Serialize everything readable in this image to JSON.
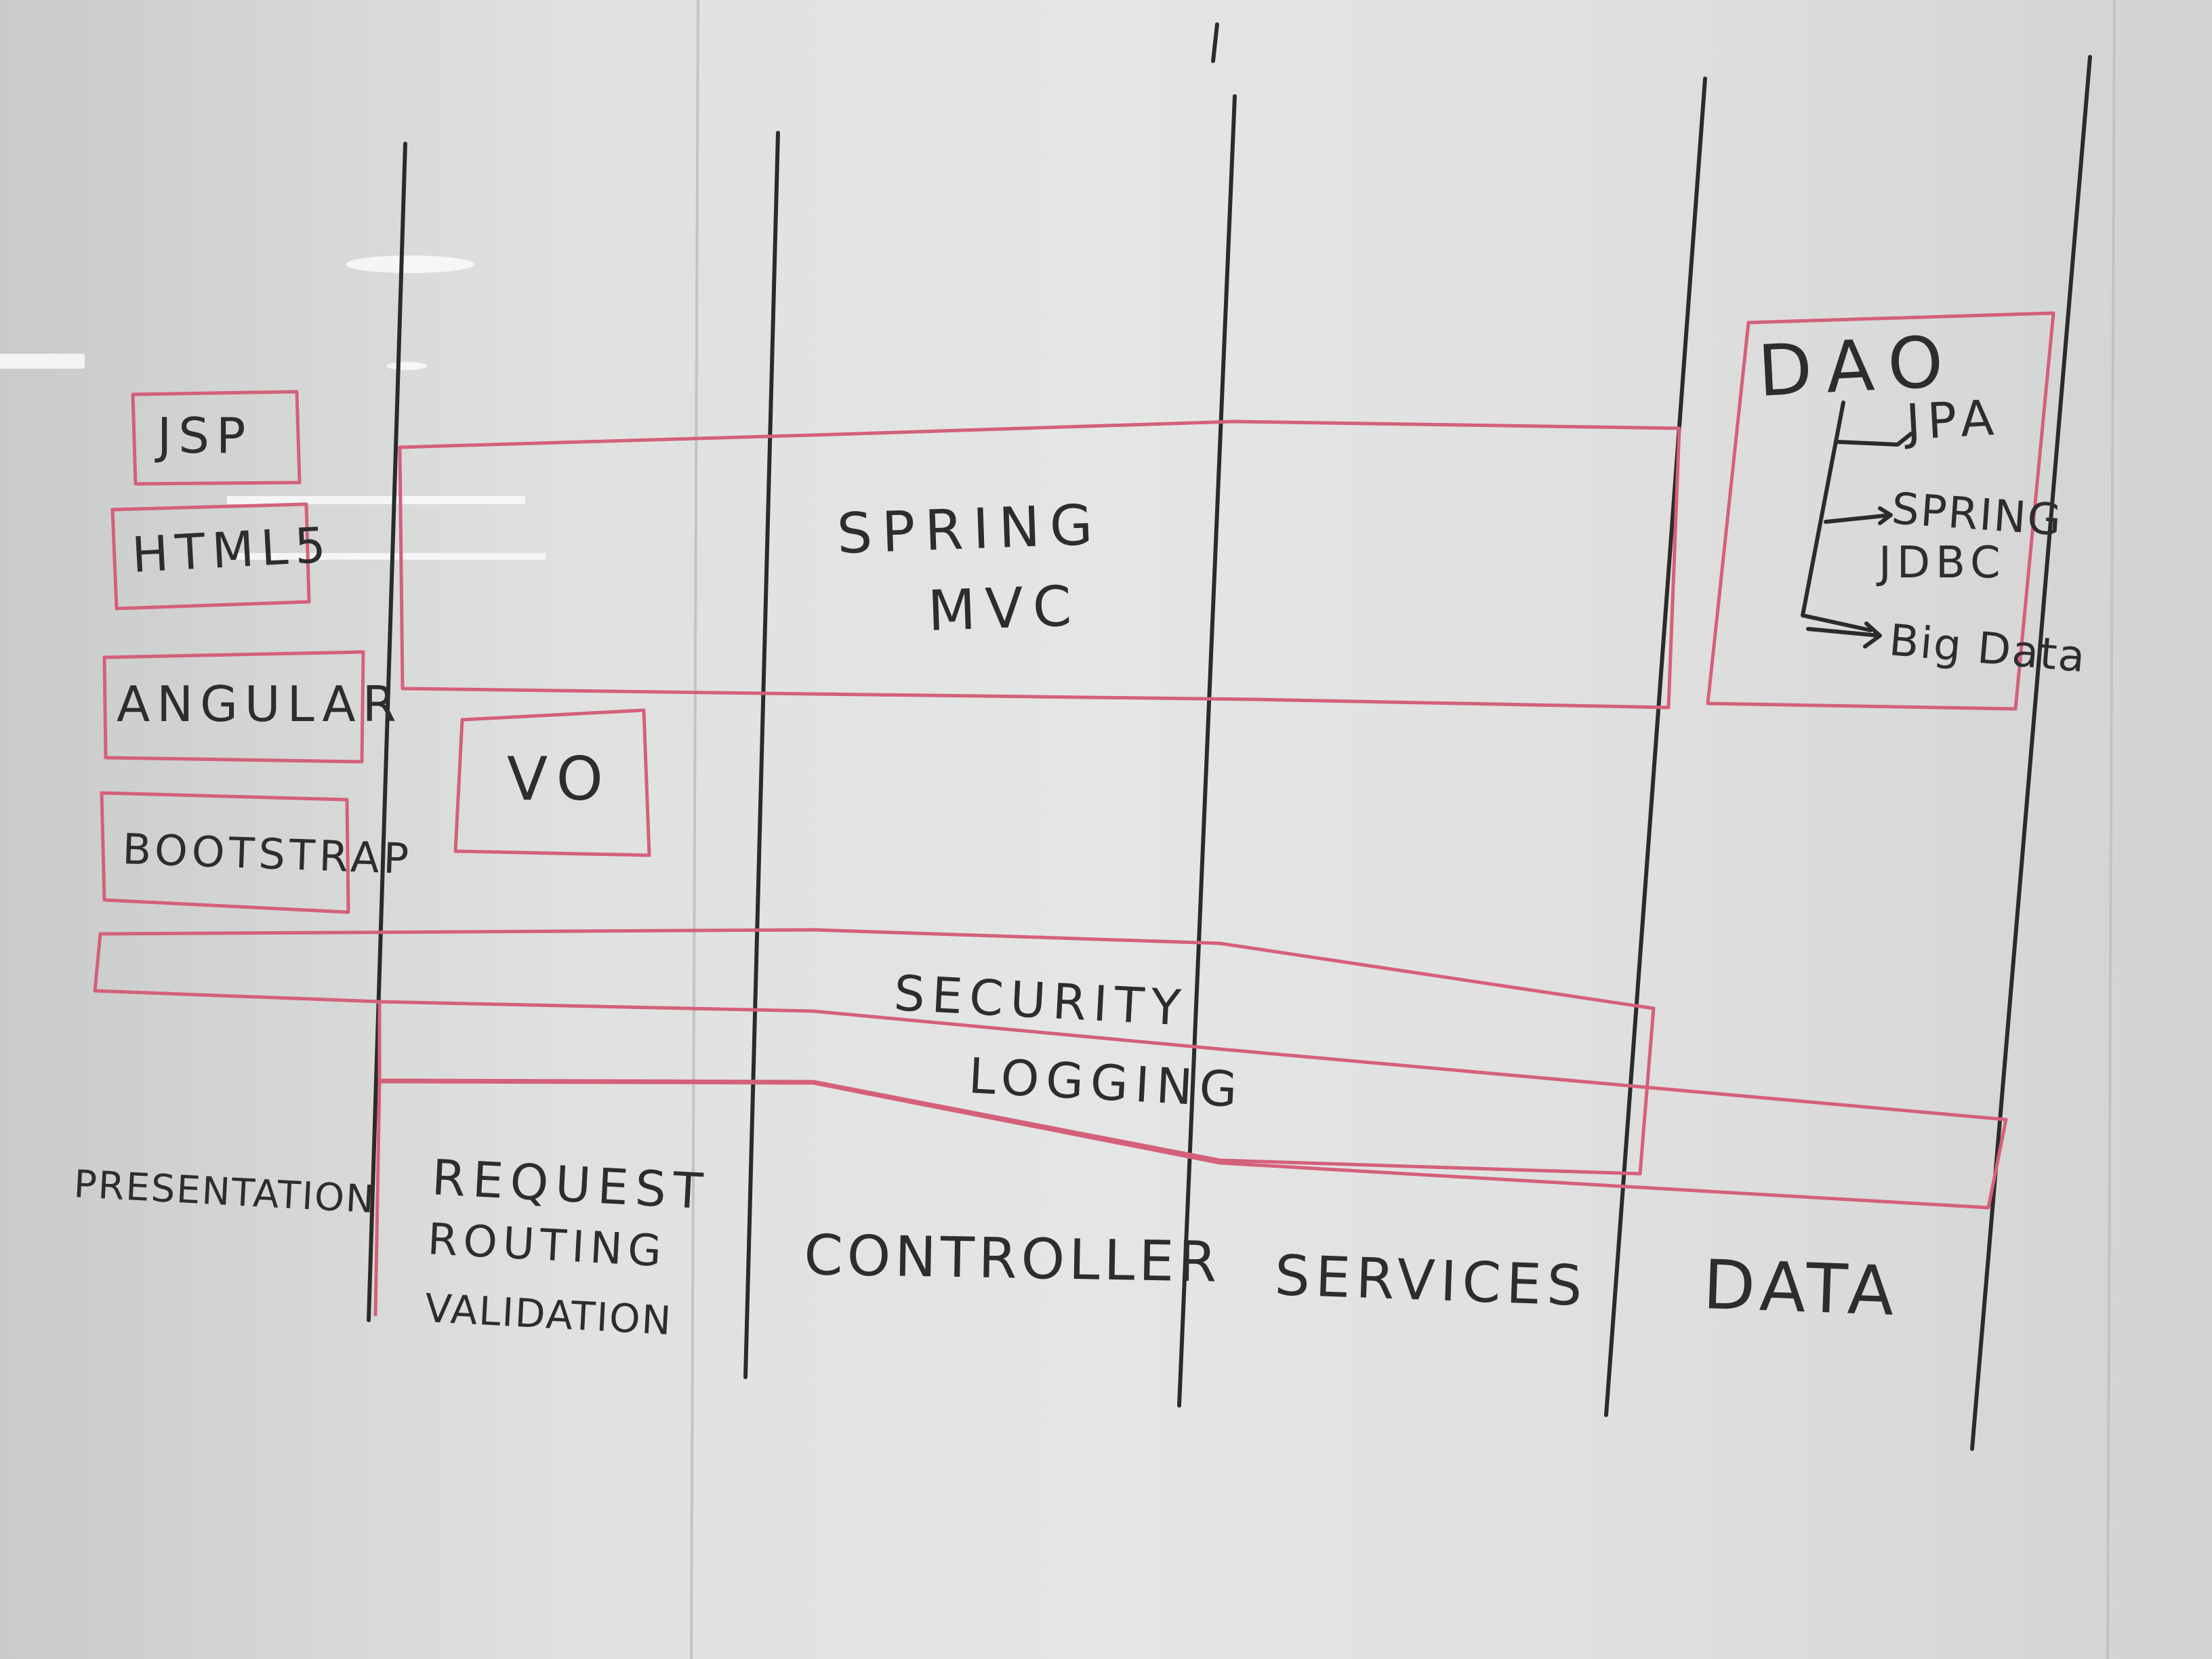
{
  "diagram": {
    "columns": [
      {
        "id": "presentation",
        "label": "PRESENTATION"
      },
      {
        "id": "request",
        "lines": [
          "REQUEST",
          "ROUTING",
          "VALIDATION"
        ]
      },
      {
        "id": "controller",
        "label": "CONTROLLER"
      },
      {
        "id": "services",
        "label": "SERVICES"
      },
      {
        "id": "data",
        "label": "DATA"
      }
    ],
    "presentation_boxes": [
      "JSP",
      "HTML5",
      "ANGULAR",
      "BOOTSTRAP"
    ],
    "spring_mvc": [
      "SPRING",
      "MVC"
    ],
    "vo": "VO",
    "dao": {
      "title": "DAO",
      "items": [
        "JPA",
        "SPRING",
        "JDBC",
        "Big Data"
      ]
    },
    "cross_cutting": [
      "SECURITY",
      "LOGGING"
    ]
  },
  "colors": {
    "marker_black": "#2b2b2b",
    "marker_red": "#d4607a",
    "board": "#e0e2e1"
  }
}
